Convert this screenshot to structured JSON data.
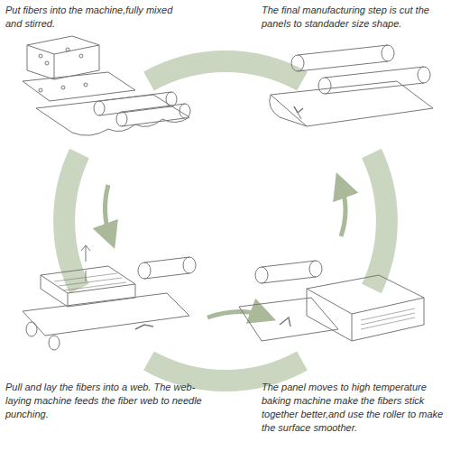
{
  "diagram": {
    "labels": [
      "Put fibers into the machine,fully mixed and stirred.",
      "The final manufacturing step is cut the panels to standader size shape.",
      "Pull and lay the fibers into a web. The web-laying machine feeds the fiber web to needle punching.",
      "The panel moves to high temperature baking machine make the fibers stick together better,and use the roller to make the surface smoother."
    ]
  }
}
